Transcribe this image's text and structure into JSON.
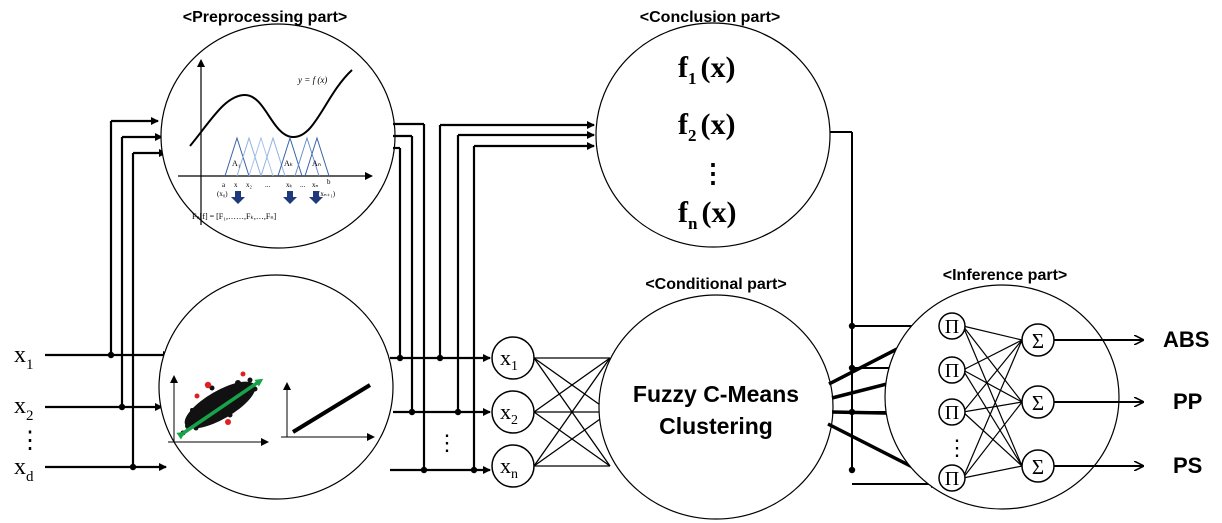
{
  "sections": {
    "preprocessing": "<Preprocessing part>",
    "conclusion": "<Conclusion part>",
    "conditional": "<Conditional part>",
    "inference": "<Inference part>"
  },
  "inputs": {
    "x1": "x",
    "x1_sub": "1",
    "x2": "x",
    "x2_sub": "2",
    "dots": "⋮",
    "xd": "x",
    "xd_sub": "d"
  },
  "preprocessing_plot": {
    "curve_label": "y = f (x)",
    "labels": [
      "A₁",
      "Aₖ",
      "Aₙ"
    ],
    "axis_ticks": [
      "a",
      "x",
      "x₂",
      "...",
      "xₖ",
      "...",
      "xₙ",
      "b"
    ],
    "sub_ticks": [
      "(x₀)",
      "(xₙ₊₁)"
    ],
    "transform": "Fₙ[f] = [F₁,……,Fₖ,…,Fₙ]"
  },
  "conclusion_funcs": [
    {
      "f": "f",
      "sub": "1",
      "arg": "(x)"
    },
    {
      "f": "f",
      "sub": "2",
      "arg": "(x)"
    },
    {
      "f": "f",
      "sub": "n",
      "arg": "(x)"
    }
  ],
  "conclusion_dots": "⋮",
  "conditional_nodes": [
    {
      "x": "x",
      "sub": "1"
    },
    {
      "x": "x",
      "sub": "2"
    },
    {
      "x": "x",
      "sub": "n"
    }
  ],
  "conditional_dots": "⋮",
  "fcm_line1": "Fuzzy C-Means",
  "fcm_line2": "Clustering",
  "inference": {
    "pi": "Π",
    "sigma": "Σ",
    "dots": "⋮"
  },
  "outputs": [
    "ABS",
    "PP",
    "PS"
  ]
}
